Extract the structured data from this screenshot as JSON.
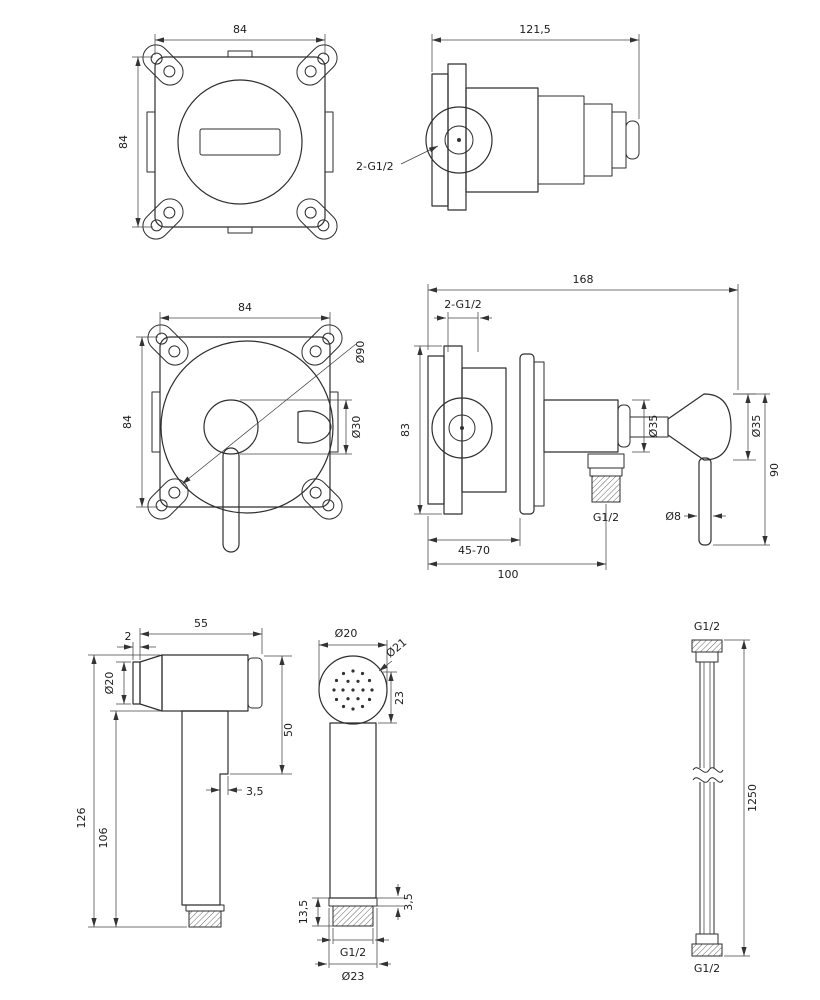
{
  "drawing": {
    "box_front": {
      "width": "84",
      "height": "84"
    },
    "valve_side": {
      "width": "121,5",
      "ports": "2-G1/2"
    },
    "trim_front": {
      "width": "84",
      "height": "84",
      "escutcheon_diameter": "Ø90",
      "hub_diameter": "Ø30"
    },
    "assembly_side": {
      "total_width": "168",
      "ports": "2-G1/2",
      "box_height": "83",
      "body_diameter": "Ø35",
      "handle_diameter": "Ø35",
      "handle_height": "90",
      "lever_diameter": "Ø8",
      "outlet_thread": "G1/2",
      "depth_range": "45-70",
      "projection": "100"
    },
    "spray_side": {
      "head_length": "55",
      "tip_offset": "2",
      "tip_diameter": "Ø20",
      "head_drop": "50",
      "total_height": "126",
      "handle_height": "106",
      "step": "3,5"
    },
    "spray_front": {
      "face_diameter": "Ø20",
      "head_diameter": "Ø21",
      "head_depth": "23",
      "thread_length": "13,5",
      "collar": "3,5",
      "thread": "G1/2",
      "collar_diameter": "Ø23"
    },
    "hose": {
      "thread_top": "G1/2",
      "length": "1250",
      "thread_bottom": "G1/2"
    }
  }
}
